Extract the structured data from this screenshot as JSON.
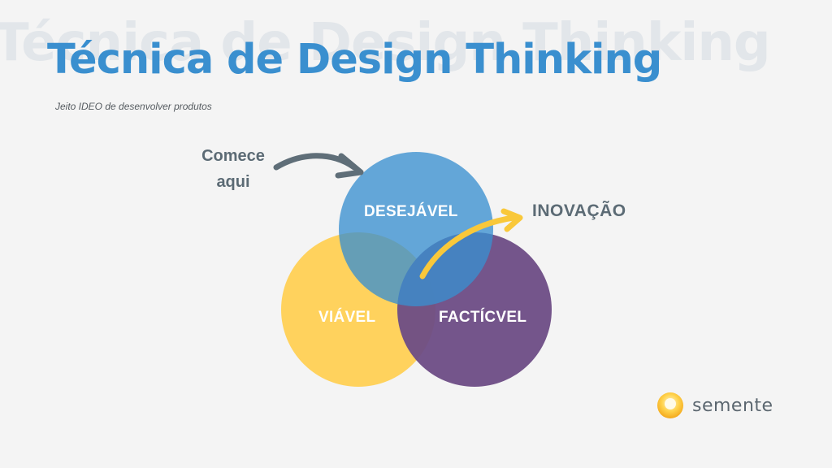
{
  "header": {
    "ghost_title": "Técnica de Design Thinking",
    "title": "Técnica de Design Thinking",
    "subtitle": "Jeito IDEO de desenvolver produtos"
  },
  "diagram": {
    "start_label_line1": "Comece",
    "start_label_line2": "aqui",
    "circles": {
      "top": "DESEJÁVEL",
      "left": "VIÁVEL",
      "right": "FACTÍCVEL"
    },
    "outcome_label": "INOVAÇÃO"
  },
  "brand": {
    "name": "semente"
  },
  "colors": {
    "title": "#3a8fcf",
    "circle_top": "#3a8fcf",
    "circle_left": "#ffd054",
    "circle_right": "#6d4c85",
    "arrow_start": "#5f6e78",
    "arrow_outcome": "#f9c83a"
  }
}
